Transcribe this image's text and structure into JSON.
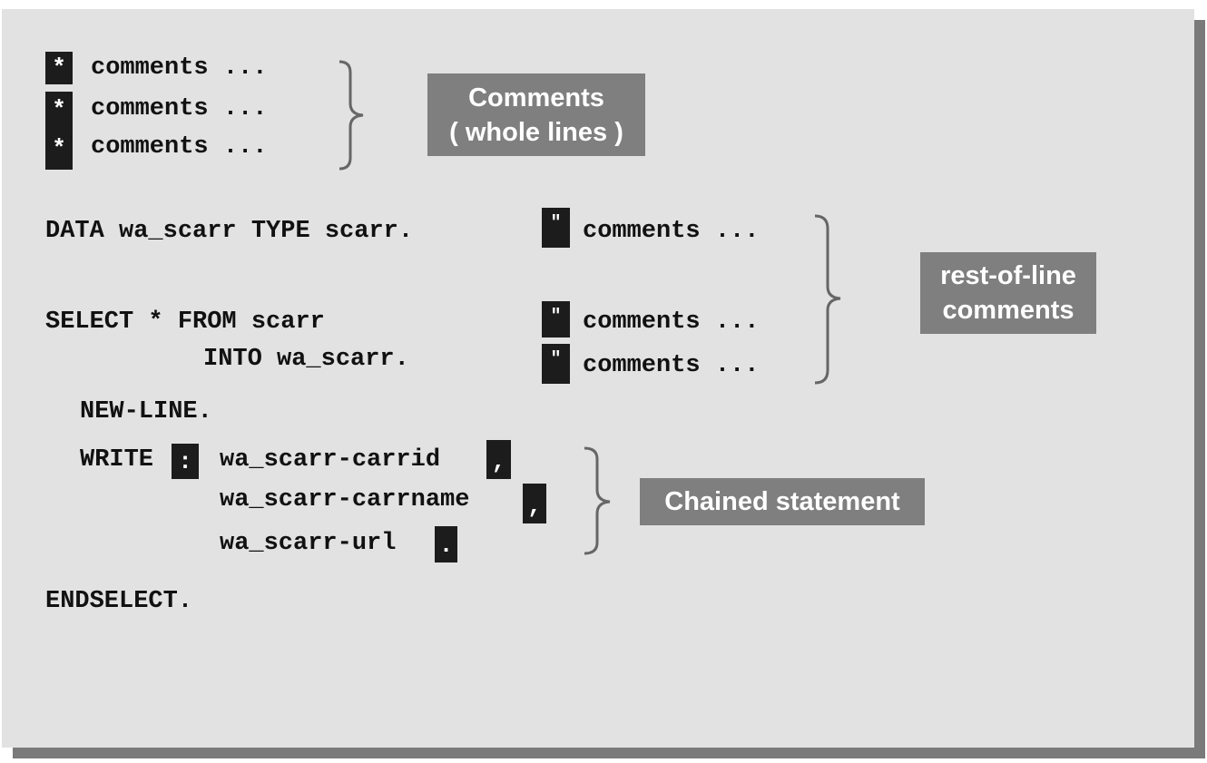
{
  "whole_line_comments": {
    "marker": "*",
    "lines": [
      "comments ...",
      "comments ...",
      "comments ..."
    ],
    "label_line1": "Comments",
    "label_line2": "( whole lines )"
  },
  "rest_of_line_comments": {
    "marker": "\"",
    "comment_text": "comments ...",
    "label_line1": "rest-of-line",
    "label_line2": "comments"
  },
  "code": {
    "data_stmt": "DATA wa_scarr TYPE scarr.",
    "select_stmt": "SELECT * FROM scarr",
    "into_stmt": "INTO wa_scarr.",
    "new_line_stmt": "NEW-LINE.",
    "write_keyword": "WRITE",
    "colon": ":",
    "field1": "wa_scarr-carrid",
    "comma1": ",",
    "field2": "wa_scarr-carrname",
    "comma2": ",",
    "field3": "wa_scarr-url",
    "period": ".",
    "endselect_stmt": "ENDSELECT."
  },
  "chained": {
    "label": "Chained statement"
  }
}
